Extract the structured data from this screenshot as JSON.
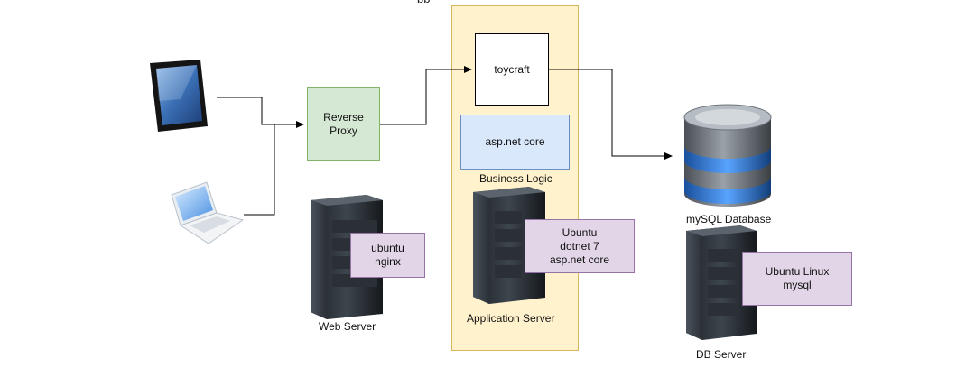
{
  "diagram": {
    "partial_title": "pp",
    "nodes": {
      "toycraft": "toycraft",
      "reverse_proxy": "Reverse\nProxy",
      "aspnet": "asp.net core",
      "business_logic": "Business Logic",
      "web_server_note": "ubuntu\nnginx",
      "app_server_note": "Ubuntu\ndotnet 7\nasp.net core",
      "db_server_note": "Ubuntu Linux\nmysql"
    },
    "labels": {
      "web_server": "Web Server",
      "app_server": "Application Server",
      "database": "mySQL Database",
      "db_server": "DB Server"
    },
    "icons": {
      "tablet": "tablet-icon",
      "laptop": "laptop-icon",
      "server": "server-rack-icon",
      "database": "database-icon"
    },
    "colors": {
      "lane_fill": "#fff2cc",
      "lane_stroke": "#d6b656",
      "proxy_fill": "#d5e8d4",
      "proxy_stroke": "#82b366",
      "aspnet_fill": "#dae8fc",
      "aspnet_stroke": "#6c8ebf",
      "note_fill": "#e1d5e7",
      "note_stroke": "#9673a6"
    }
  }
}
